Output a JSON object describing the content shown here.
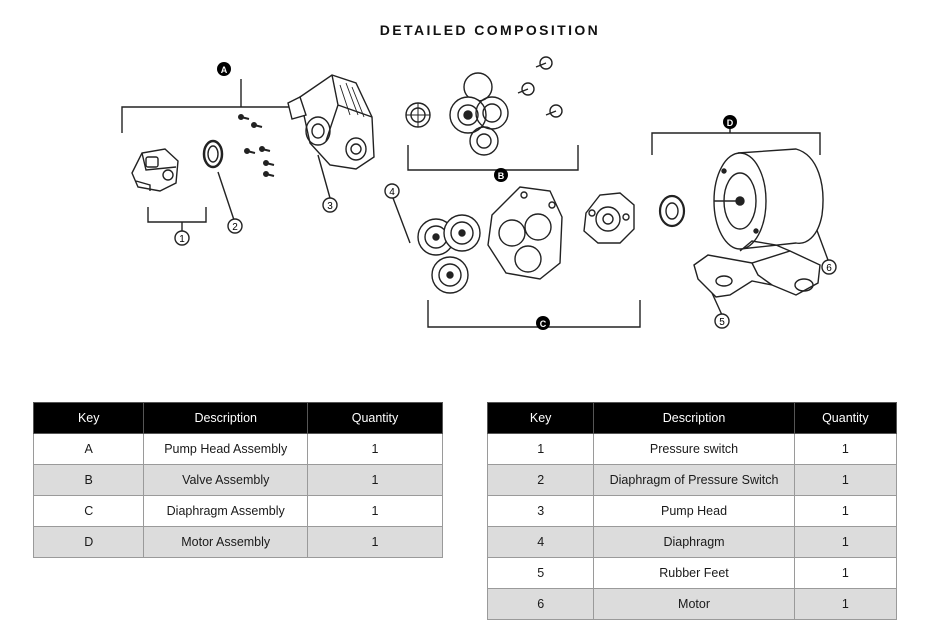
{
  "page": {
    "title": "DETAILED COMPOSITION"
  },
  "callouts": {
    "A": "A",
    "B": "B",
    "C": "C",
    "D": "D",
    "n1": "1",
    "n2": "2",
    "n3": "3",
    "n4": "4",
    "n5": "5",
    "n6": "6"
  },
  "assemblies_table": {
    "headers": {
      "key": "Key",
      "description": "Description",
      "quantity": "Quantity"
    },
    "rows": [
      {
        "key": "A",
        "description": "Pump Head Assembly",
        "quantity": "1"
      },
      {
        "key": "B",
        "description": "Valve Assembly",
        "quantity": "1"
      },
      {
        "key": "C",
        "description": "Diaphragm Assembly",
        "quantity": "1"
      },
      {
        "key": "D",
        "description": "Motor Assembly",
        "quantity": "1"
      }
    ]
  },
  "parts_table": {
    "headers": {
      "key": "Key",
      "description": "Description",
      "quantity": "Quantity"
    },
    "rows": [
      {
        "key": "1",
        "description": "Pressure switch",
        "quantity": "1"
      },
      {
        "key": "2",
        "description": "Diaphragm of Pressure Switch",
        "quantity": "1"
      },
      {
        "key": "3",
        "description": "Pump Head",
        "quantity": "1"
      },
      {
        "key": "4",
        "description": "Diaphragm",
        "quantity": "1"
      },
      {
        "key": "5",
        "description": "Rubber Feet",
        "quantity": "1"
      },
      {
        "key": "6",
        "description": "Motor",
        "quantity": "1"
      }
    ]
  }
}
